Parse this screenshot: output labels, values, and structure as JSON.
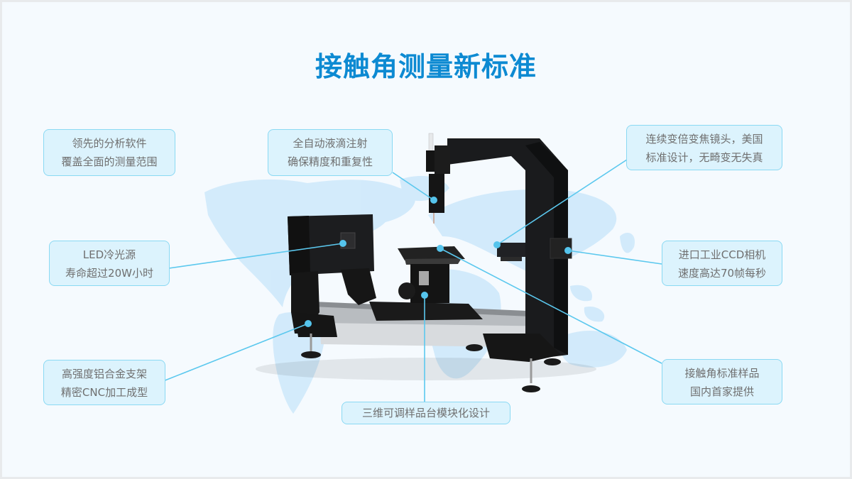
{
  "page": {
    "title": "接触角测量新标准",
    "accent_color": "#0d8ad2",
    "callout_bg": "#dcf3fd",
    "callout_border": "#8ad9f3",
    "connector_color": "#5bc8ee"
  },
  "callouts": {
    "software": {
      "line1": "领先的分析软件",
      "line2": "覆盖全面的测量范围"
    },
    "injection": {
      "line1": "全自动液滴注射",
      "line2": "确保精度和重复性"
    },
    "zoom_lens": {
      "line1": "连续变倍变焦镜头，美国",
      "line2": "标准设计，无畸变无失真"
    },
    "led": {
      "line1": "LED冷光源",
      "line2": "寿命超过20W小时"
    },
    "ccd": {
      "line1": "进口工业CCD相机",
      "line2": "速度高达70帧每秒"
    },
    "frame": {
      "line1": "高强度铝合金支架",
      "line2": "精密CNC加工成型"
    },
    "sample": {
      "line1": "接触角标准样品",
      "line2": "国内首家提供"
    },
    "stage": {
      "line1": "三维可调样品台模块化设计"
    }
  },
  "product": {
    "name": "contact-angle-meter",
    "parts": [
      "syringe-injector",
      "zoom-lens",
      "ccd-camera",
      "led-light-source",
      "sample-stage",
      "aluminum-frame",
      "leveling-feet",
      "rail-base"
    ]
  }
}
